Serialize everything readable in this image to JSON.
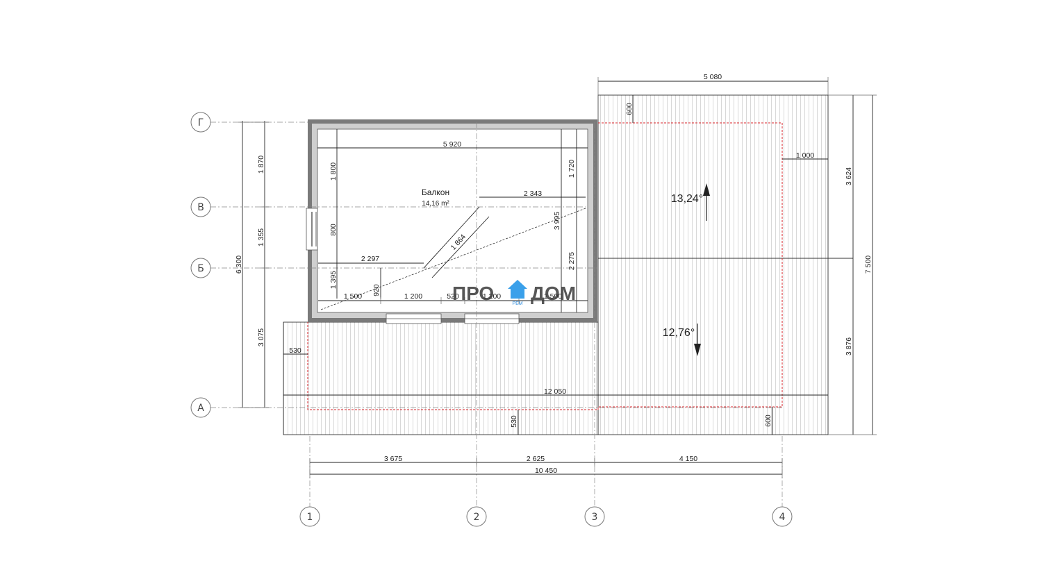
{
  "axes": {
    "rows": [
      "Г",
      "В",
      "Б",
      "А"
    ],
    "cols": [
      "1",
      "2",
      "3",
      "4"
    ]
  },
  "room": {
    "name": "Балкон",
    "area": "14,16 m²"
  },
  "slopes": {
    "upper": "13,24°",
    "lower": "12,76°"
  },
  "logo": {
    "left": "ПРО",
    "right": "ДОМ",
    "sub": "РЕМ"
  },
  "dims": {
    "roof_top_width": "5 080",
    "top_600": "600",
    "right_1000": "1 000",
    "right_3624": "3 624",
    "right_7500": "7 500",
    "right_3876": "3 876",
    "left_6300": "6 300",
    "left_1870": "1 870",
    "left_1355": "1 355",
    "left_3075": "3 075",
    "inner_5920": "5 920",
    "inner_1800": "1 800",
    "inner_1720": "1 720",
    "inner_2343": "2 343",
    "inner_800": "800",
    "inner_3995": "3 995",
    "inner_1864": "1 864",
    "inner_2297": "2 297",
    "inner_2275": "2 275",
    "inner_1395": "1 395",
    "inner_920": "920",
    "inner_1500a": "1 500",
    "inner_1200a": "1 200",
    "inner_520": "520",
    "inner_1200b": "1 200",
    "inner_1500b": "1 500",
    "deck_530_left": "530",
    "deck_12050": "12 050",
    "deck_530_bottom": "530",
    "deck_600_bottom": "600",
    "bottom_3675": "3 675",
    "bottom_2625": "2 625",
    "bottom_4150": "4 150",
    "bottom_10450": "10 450"
  },
  "colors": {
    "wall": "#6e6e6e",
    "red_outline": "#d9262b",
    "logo_house": "#3aa0ea"
  }
}
